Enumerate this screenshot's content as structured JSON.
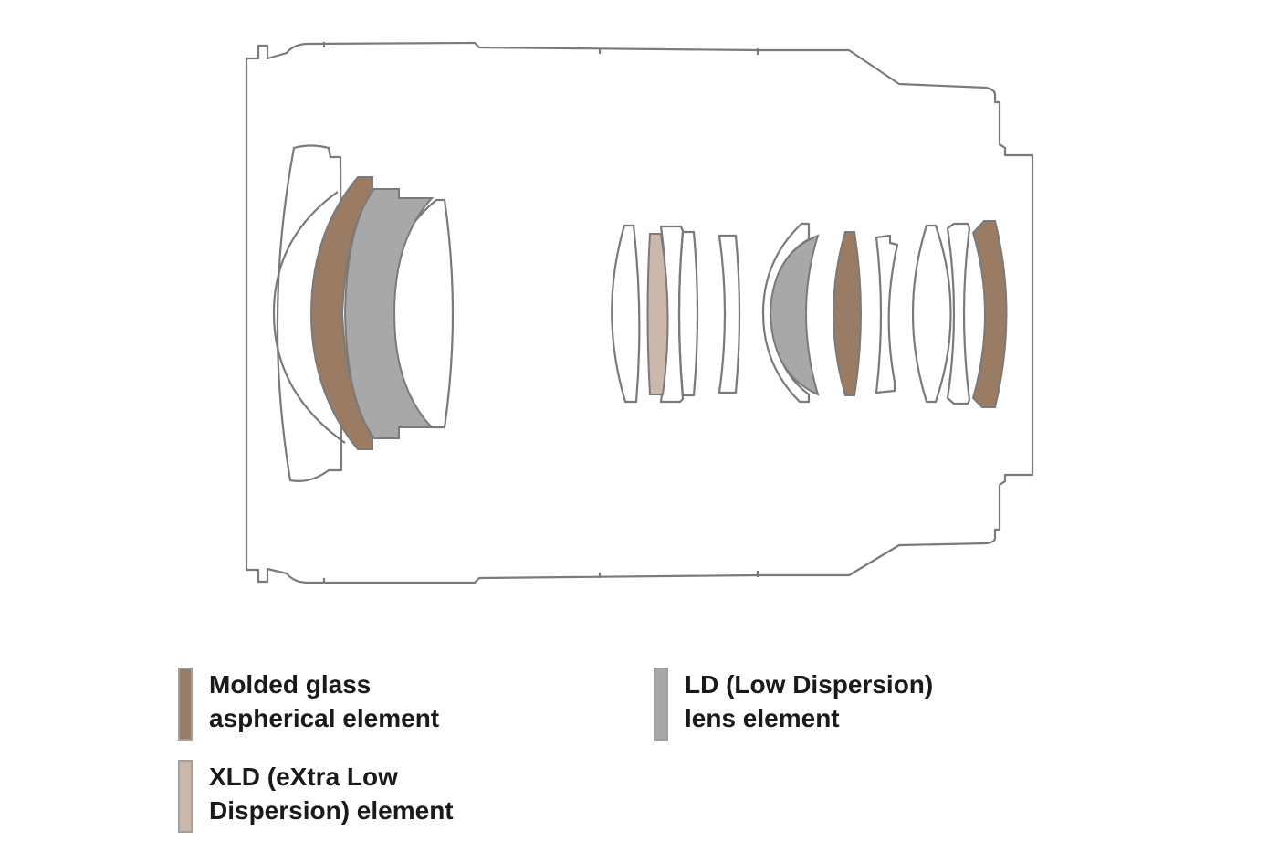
{
  "colors": {
    "outline": "#7a7a7a",
    "molded_aspherical": "#9a7b63",
    "xld": "#ccb8aa",
    "ld": "#a8a8a8",
    "background": "#ffffff"
  },
  "legend": [
    {
      "id": "molded",
      "color": "#9a7b63",
      "line1": "Molded glass",
      "line2": "aspherical element"
    },
    {
      "id": "ld",
      "color": "#a8a8a8",
      "line1": "LD (Low Dispersion)",
      "line2": "lens element"
    },
    {
      "id": "xld",
      "color": "#ccb8aa",
      "line1": "XLD (eXtra Low",
      "line2": "Dispersion) element"
    }
  ],
  "elements": [
    {
      "name": "element-1",
      "group": "front",
      "type": "plain"
    },
    {
      "name": "element-2",
      "group": "front",
      "type": "molded"
    },
    {
      "name": "element-3",
      "group": "front",
      "type": "ld"
    },
    {
      "name": "element-4",
      "group": "front",
      "type": "plain"
    },
    {
      "name": "element-5",
      "group": "rear",
      "type": "plain"
    },
    {
      "name": "element-6",
      "group": "rear",
      "type": "xld"
    },
    {
      "name": "element-7",
      "group": "rear",
      "type": "plain"
    },
    {
      "name": "element-8",
      "group": "rear",
      "type": "plain"
    },
    {
      "name": "element-9",
      "group": "rear",
      "type": "plain"
    },
    {
      "name": "element-10",
      "group": "rear",
      "type": "plain"
    },
    {
      "name": "element-11",
      "group": "rear",
      "type": "ld"
    },
    {
      "name": "element-12",
      "group": "rear",
      "type": "molded"
    },
    {
      "name": "element-13",
      "group": "rear",
      "type": "plain"
    },
    {
      "name": "element-14",
      "group": "rear",
      "type": "plain"
    },
    {
      "name": "element-15",
      "group": "rear",
      "type": "plain"
    },
    {
      "name": "element-16",
      "group": "rear",
      "type": "molded"
    }
  ]
}
